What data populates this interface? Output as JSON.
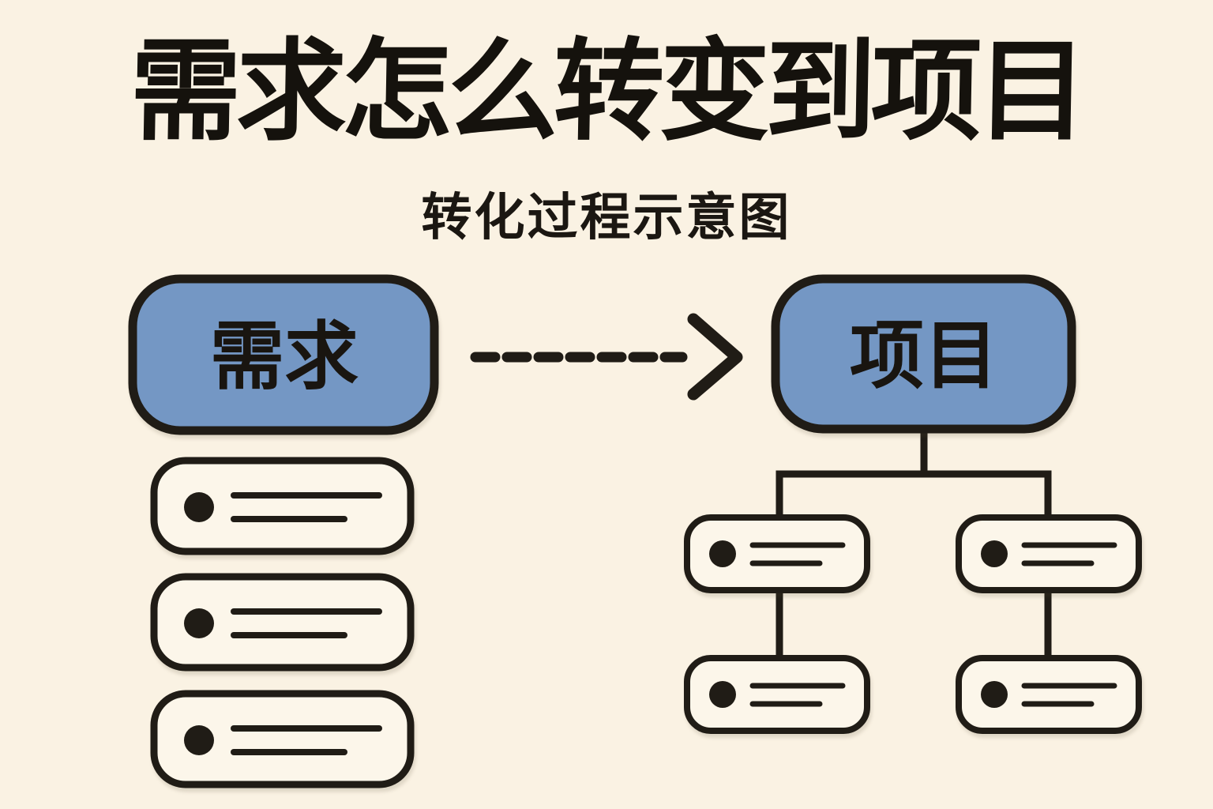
{
  "header": {
    "title": "需求怎么转变到项目",
    "subtitle": "转化过程示意图"
  },
  "diagram": {
    "source_node": {
      "label": "需求"
    },
    "target_node": {
      "label": "项目"
    },
    "arrow": {
      "style": "dashed",
      "direction": "right"
    },
    "source_list": {
      "cards": 3,
      "bullet_lines_per_card": 2
    },
    "target_tree": {
      "branches": 2,
      "cards_per_branch": 2,
      "bullet_lines_per_card": 2
    },
    "colors": {
      "background": "#faf2e3",
      "node_fill": "#7497c4",
      "card_fill": "#fcf6ea",
      "ink": "#201c16"
    }
  }
}
